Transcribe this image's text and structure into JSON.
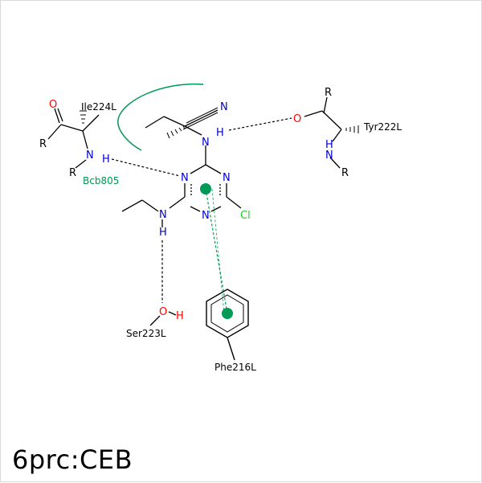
{
  "structure_id": "6prc:CEB",
  "colors": {
    "bond": "#000000",
    "nitrogen": "#0000cc",
    "oxygen": "#ff0000",
    "chlorine": "#22cc22",
    "interaction": "#000000",
    "pi_stack": "#009955",
    "hydrophobic_arc": "#009955"
  },
  "atoms": {
    "n_triazine_1": "N",
    "n_triazine_2": "N",
    "n_triazine_3": "N",
    "chlorine": "Cl",
    "n_amino_top": "N",
    "h_amino_top": "H",
    "n_nitrile": "N",
    "n_amino_left": "N",
    "h_amino_left": "H"
  },
  "residues": {
    "ile": {
      "label": "Ile224L",
      "o": "O",
      "n": "N",
      "h": "H",
      "r1": "R",
      "r2": "R"
    },
    "tyr": {
      "label": "Tyr222L",
      "o": "O",
      "n": "N",
      "h": "H",
      "r1": "R",
      "r2": "R"
    },
    "ser": {
      "label": "Ser223L",
      "o": "O",
      "h": "H"
    },
    "phe": {
      "label": "Phe216L"
    },
    "bcb": {
      "label": "Bcb805"
    }
  }
}
